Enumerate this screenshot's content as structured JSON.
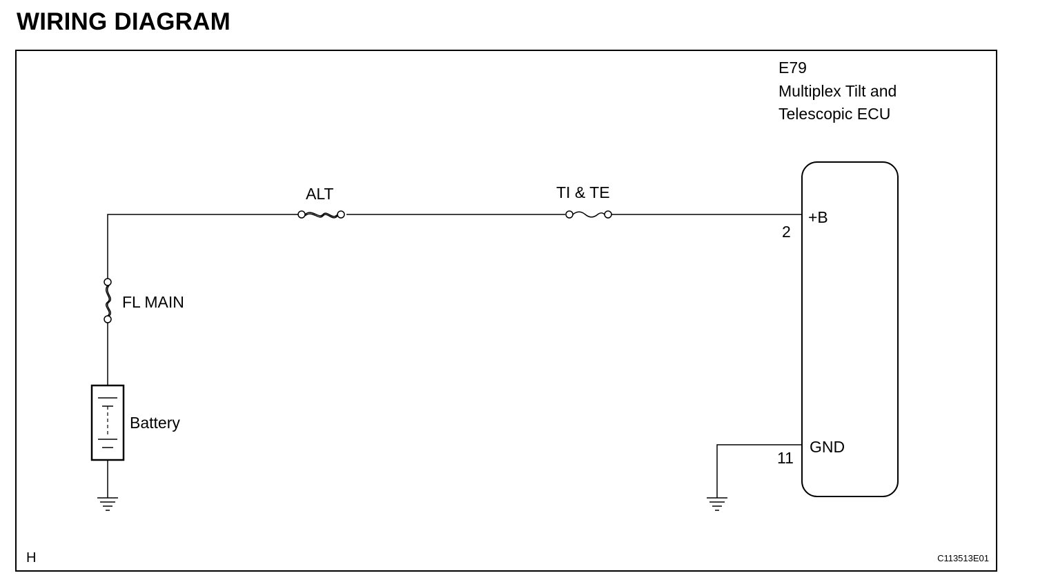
{
  "title": "WIRING DIAGRAM",
  "ecu": {
    "code": "E79",
    "name_line1": "Multiplex Tilt and",
    "name_line2": "Telescopic ECU",
    "pins": [
      {
        "number": "2",
        "name": "+B"
      },
      {
        "number": "11",
        "name": "GND"
      }
    ]
  },
  "fuses": {
    "alt": "ALT",
    "ti_te": "TI & TE",
    "fl_main": "FL MAIN"
  },
  "battery_label": "Battery",
  "corner_mark": "H",
  "figure_id": "C113513E01"
}
